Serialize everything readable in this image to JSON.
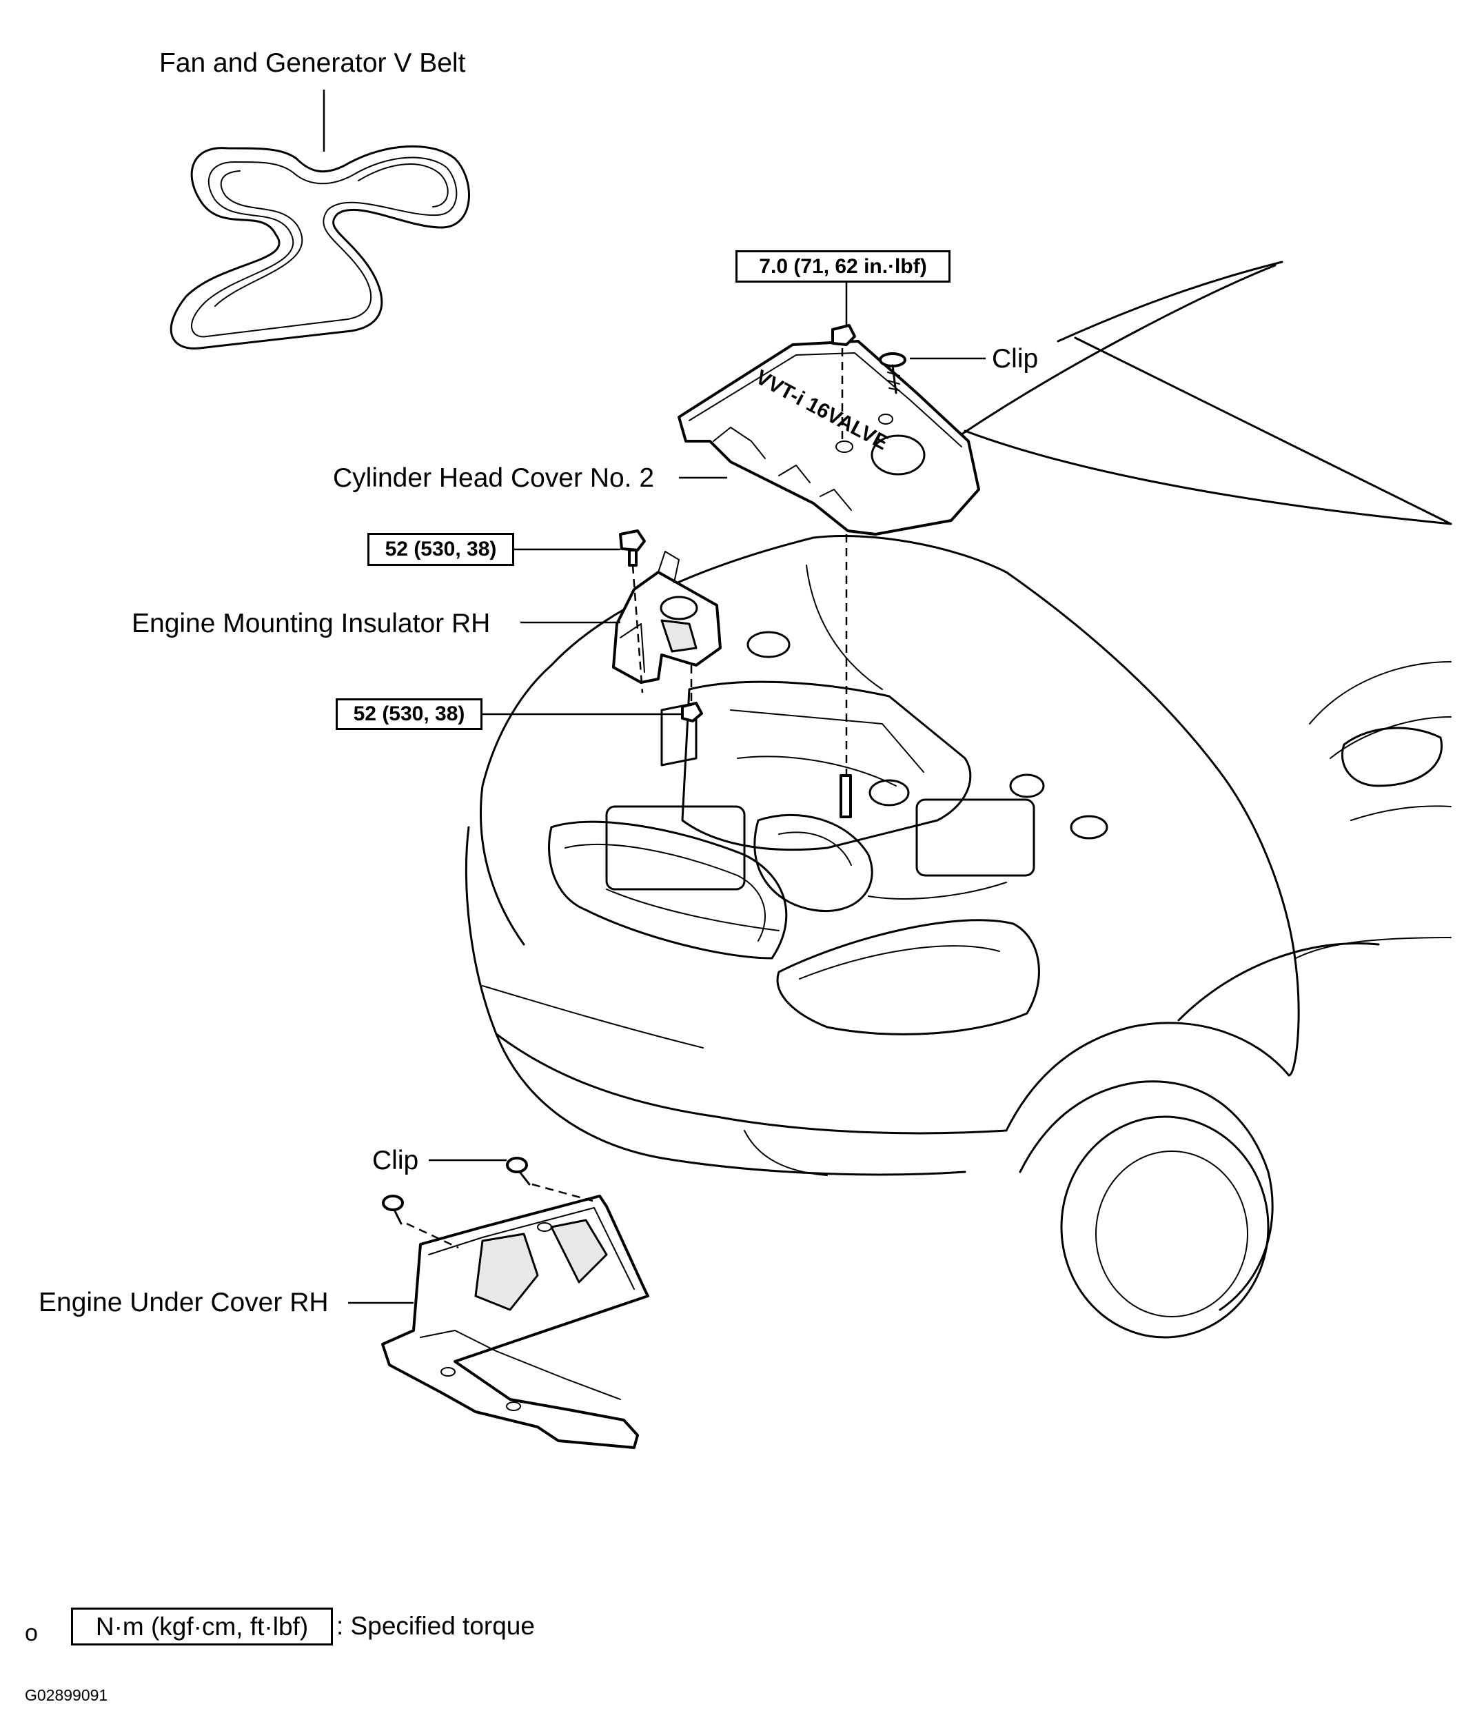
{
  "diagram": {
    "labels": {
      "belt": "Fan and Generator V Belt",
      "clip_top": "Clip",
      "head_cover": "Cylinder Head Cover No. 2",
      "mount": "Engine Mounting Insulator RH",
      "clip_bottom": "Clip",
      "under_cover": "Engine Under Cover RH"
    },
    "torque_specs": {
      "head_cover_nut": "7.0 (71, 62 in.·lbf)",
      "mount_bolt": "52 (530, 38)",
      "mount_nut": "52 (530, 38)"
    },
    "cover_marking": "VVT-i 16VALVE",
    "legend": {
      "bullet": "o",
      "unit_box": "N·m (kgf·cm, ft·lbf)",
      "description": ": Specified torque"
    },
    "figure_id": "G02899091"
  }
}
